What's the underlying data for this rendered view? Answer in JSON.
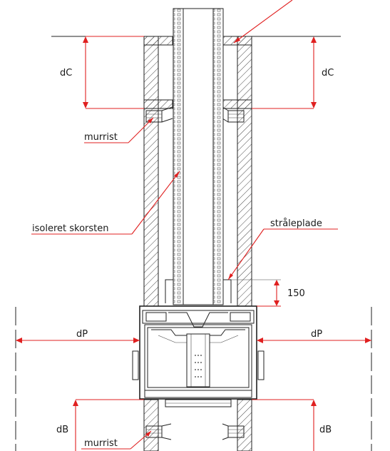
{
  "labels": {
    "dc_left": "dC",
    "dc_right": "dC",
    "murrist_top": "murrist",
    "isoleret_skorsten": "isoleret skorsten",
    "straaleplade": "stråleplade",
    "dim_150": "150",
    "dp_left": "dP",
    "dp_right": "dP",
    "db_left": "dB",
    "db_right": "dB",
    "murrist_bottom": "murrist"
  },
  "colors": {
    "dimension": "#e02020",
    "outline": "#222222"
  }
}
